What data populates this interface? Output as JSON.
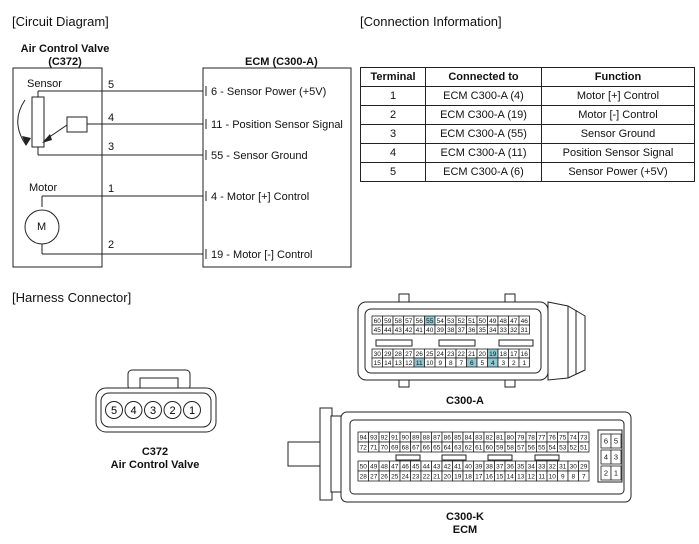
{
  "sections": {
    "circuit": "[Circuit Diagram]",
    "connection": "[Connection Information]",
    "harness": "[Harness Connector]"
  },
  "component": {
    "name": "Air Control Valve",
    "code": "(C372)",
    "sensor_label": "Sensor",
    "motor_label": "Motor",
    "motor_symbol": "M",
    "pins": [
      "5",
      "4",
      "3",
      "1",
      "2"
    ]
  },
  "ecm": {
    "title": "ECM (C300-A)",
    "pins": [
      {
        "num": "6",
        "name": "Sensor Power (+5V)"
      },
      {
        "num": "11",
        "name": "Position Sensor Signal"
      },
      {
        "num": "55",
        "name": "Sensor Ground"
      },
      {
        "num": "4",
        "name": "Motor [+] Control"
      },
      {
        "num": "19",
        "name": "Motor [-] Control"
      }
    ]
  },
  "connection_table": {
    "headers": [
      "Terminal",
      "Connected to",
      "Function"
    ],
    "rows": [
      [
        "1",
        "ECM C300-A (4)",
        "Motor [+] Control"
      ],
      [
        "2",
        "ECM C300-A (19)",
        "Motor [-] Control"
      ],
      [
        "3",
        "ECM C300-A (55)",
        "Sensor Ground"
      ],
      [
        "4",
        "ECM C300-A (11)",
        "Position Sensor Signal"
      ],
      [
        "5",
        "ECM C300-A (6)",
        "Sensor Power (+5V)"
      ]
    ]
  },
  "connectors": {
    "c372": {
      "code": "C372",
      "name": "Air Control Valve",
      "pins": [
        "5",
        "4",
        "3",
        "2",
        "1"
      ]
    },
    "c300a": {
      "code": "C300-A",
      "row1": [
        "60",
        "59",
        "58",
        "57",
        "56",
        "55",
        "54",
        "53",
        "52",
        "51",
        "50",
        "49",
        "48",
        "47",
        "46"
      ],
      "row2": [
        "45",
        "44",
        "43",
        "42",
        "41",
        "40",
        "39",
        "38",
        "37",
        "36",
        "35",
        "34",
        "33",
        "32",
        "31"
      ],
      "row3": [
        "30",
        "29",
        "28",
        "27",
        "26",
        "25",
        "24",
        "23",
        "22",
        "21",
        "20",
        "19",
        "18",
        "17",
        "16"
      ],
      "row4": [
        "15",
        "14",
        "13",
        "12",
        "11",
        "10",
        "9",
        "8",
        "7",
        "6",
        "5",
        "4",
        "3",
        "2",
        "1"
      ],
      "highlight": [
        "55",
        "19",
        "11",
        "6",
        "4"
      ]
    },
    "c300k": {
      "code": "C300-K",
      "name": "ECM",
      "row1": [
        "94",
        "93",
        "92",
        "91",
        "90",
        "89",
        "88",
        "87",
        "86",
        "85",
        "84",
        "83",
        "82",
        "81",
        "80",
        "79",
        "78",
        "77",
        "76",
        "75",
        "74",
        "73"
      ],
      "row2": [
        "72",
        "71",
        "70",
        "69",
        "68",
        "67",
        "66",
        "65",
        "64",
        "63",
        "62",
        "61",
        "60",
        "59",
        "58",
        "57",
        "56",
        "55",
        "54",
        "53",
        "52",
        "51"
      ],
      "row3": [
        "50",
        "49",
        "48",
        "47",
        "46",
        "45",
        "44",
        "43",
        "42",
        "41",
        "40",
        "39",
        "38",
        "37",
        "36",
        "35",
        "34",
        "33",
        "32",
        "31",
        "30",
        "29"
      ],
      "row4": [
        "28",
        "27",
        "26",
        "25",
        "24",
        "23",
        "22",
        "21",
        "20",
        "19",
        "18",
        "17",
        "16",
        "15",
        "14",
        "13",
        "12",
        "11",
        "10",
        "9",
        "8",
        "7"
      ],
      "side": [
        "6",
        "5",
        "4",
        "3",
        "2",
        "1"
      ]
    }
  }
}
